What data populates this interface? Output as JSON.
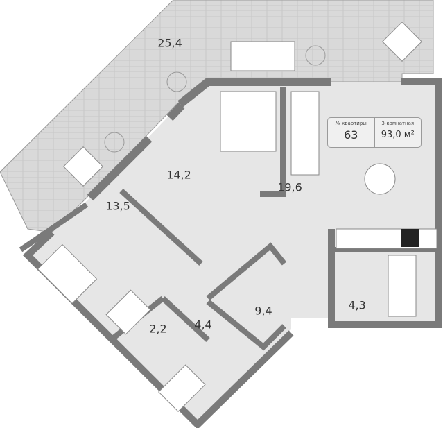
{
  "rooms": [
    {
      "id": "balcony",
      "area": "25,4"
    },
    {
      "id": "bedroom-1",
      "area": "14,2"
    },
    {
      "id": "bedroom-2",
      "area": "13,5"
    },
    {
      "id": "living-kitchen",
      "area": "19,6"
    },
    {
      "id": "hall",
      "area": "9,4"
    },
    {
      "id": "bathroom-1",
      "area": "4,3"
    },
    {
      "id": "wc",
      "area": "2,2"
    },
    {
      "id": "bathroom-2",
      "area": "4,4"
    }
  ],
  "info": {
    "apartment_label": "№ квартиры",
    "apartment_number": "63",
    "rooms_label": "3-комнатная",
    "total_area": "93,0 м²"
  },
  "colors": {
    "wall": "#7a7a7a",
    "floor": "#e6e6e6",
    "balcony": "#d9d9d9"
  }
}
